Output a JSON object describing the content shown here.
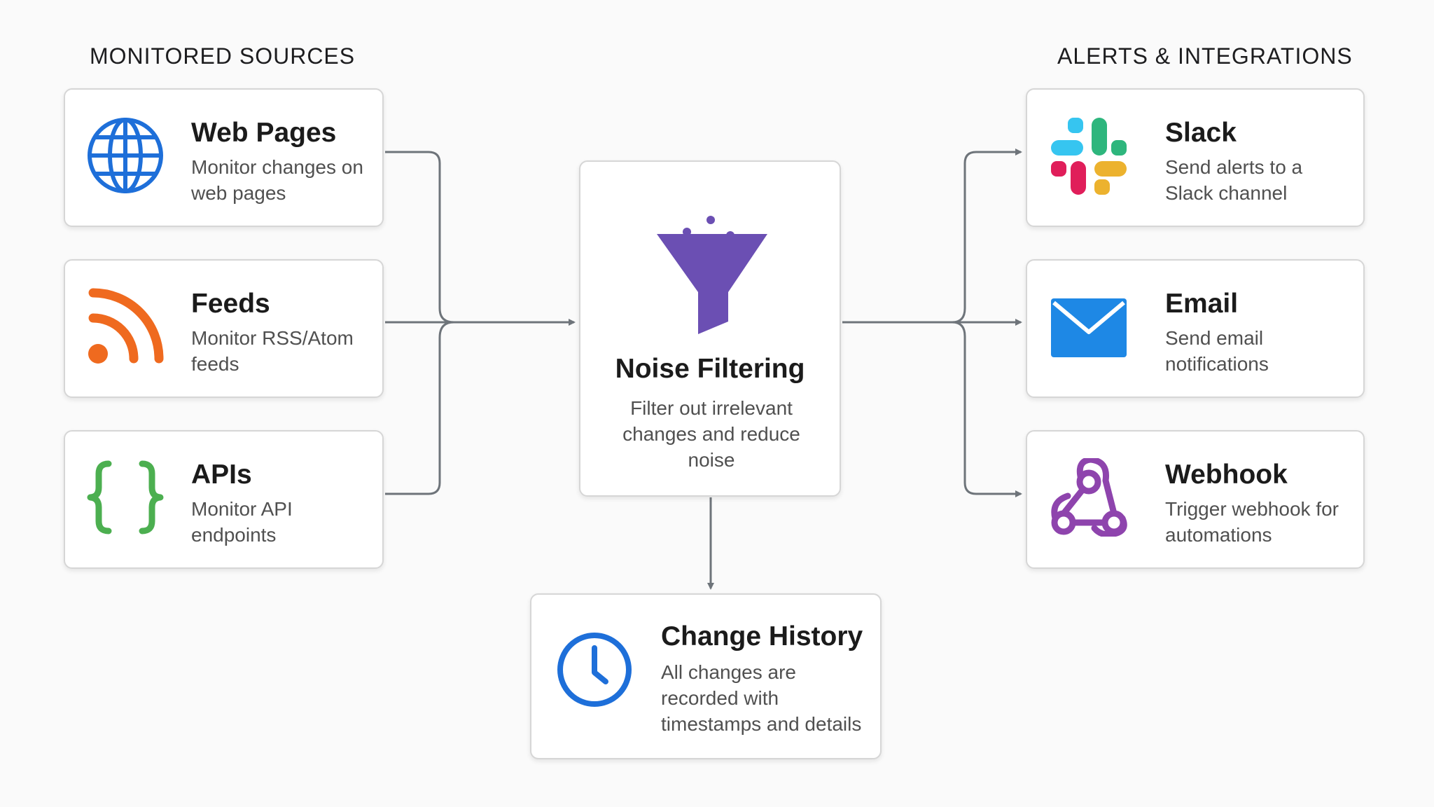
{
  "sections": {
    "sources_title": "MONITORED SOURCES",
    "alerts_title": "ALERTS & INTEGRATIONS"
  },
  "sources": [
    {
      "title": "Web Pages",
      "desc": "Monitor changes on web pages",
      "icon": "globe-icon",
      "color": "#1e6fd9"
    },
    {
      "title": "Feeds",
      "desc": "Monitor RSS/Atom feeds",
      "icon": "rss-icon",
      "color": "#ef6a1f"
    },
    {
      "title": "APIs",
      "desc": "Monitor API endpoints",
      "icon": "curly-braces-icon",
      "color": "#4caf50"
    }
  ],
  "center": {
    "title": "Noise Filtering",
    "desc": "Filter out irrelevant changes and reduce noise",
    "icon": "funnel-icon",
    "color": "#6b4fb3"
  },
  "history": {
    "title": "Change History",
    "desc": "All changes are recorded with timestamps and details",
    "icon": "clock-icon",
    "color": "#1e6fd9"
  },
  "alerts": [
    {
      "title": "Slack",
      "desc": "Send alerts to a Slack channel",
      "icon": "slack-icon"
    },
    {
      "title": "Email",
      "desc": "Send email notifications",
      "icon": "envelope-icon",
      "color": "#1e88e5"
    },
    {
      "title": "Webhook",
      "desc": "Trigger webhook for automations",
      "icon": "webhook-icon",
      "color": "#8e44ad"
    }
  ],
  "colors": {
    "connector": "#6e747a",
    "slack_blue": "#36c5f0",
    "slack_green": "#2eb67d",
    "slack_red": "#e01e5a",
    "slack_yellow": "#ecb22e"
  }
}
